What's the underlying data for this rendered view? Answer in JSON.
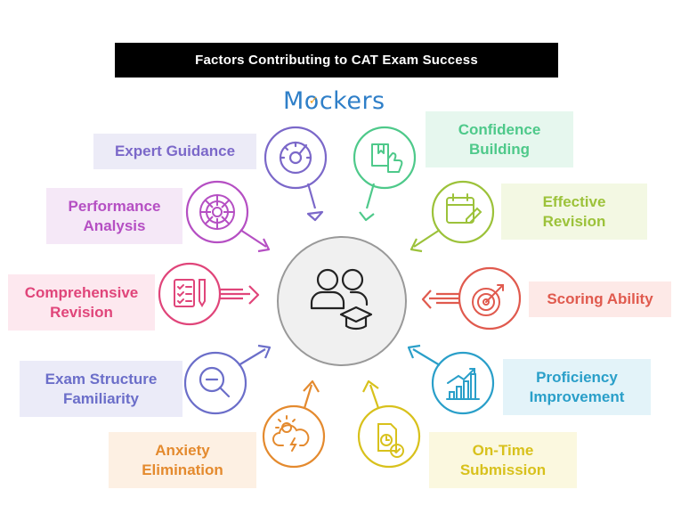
{
  "title": "Factors Contributing to CAT Exam Success",
  "brand": {
    "pre": "M",
    "post": "ckers"
  },
  "center": {
    "icon": "people-graduation-icon"
  },
  "factors": [
    {
      "id": "expert-guidance",
      "label": "Expert Guidance",
      "color": "#7b68c9",
      "bg": "#ecebf7",
      "icon": "speedometer-icon"
    },
    {
      "id": "performance-analysis",
      "label": "Performance\nAnalysis",
      "color": "#b54fc3",
      "bg": "#f5e8f7",
      "icon": "target-wheel-icon"
    },
    {
      "id": "comprehensive-revision",
      "label": "Comprehensive\nRevision",
      "color": "#e0457a",
      "bg": "#fde8ef",
      "icon": "checklist-pen-icon"
    },
    {
      "id": "exam-structure-familiarity",
      "label": "Exam Structure\nFamiliarity",
      "color": "#6b6ec9",
      "bg": "#ebebf8",
      "icon": "zoom-out-icon"
    },
    {
      "id": "anxiety-elimination",
      "label": "Anxiety\nElimination",
      "color": "#e48a2e",
      "bg": "#fdf0e3",
      "icon": "storm-cloud-icon"
    },
    {
      "id": "on-time-submission",
      "label": "On-Time\nSubmission",
      "color": "#d8c11c",
      "bg": "#fbf8df",
      "icon": "document-clock-icon"
    },
    {
      "id": "proficiency-improvement",
      "label": "Proficiency\nImprovement",
      "color": "#2a9fc9",
      "bg": "#e3f3f9",
      "icon": "growth-chart-icon"
    },
    {
      "id": "scoring-ability",
      "label": "Scoring Ability",
      "color": "#e05a4e",
      "bg": "#fde9e7",
      "icon": "bullseye-icon"
    },
    {
      "id": "effective-revision",
      "label": "Effective\nRevision",
      "color": "#9cc23a",
      "bg": "#f3f8e3",
      "icon": "calendar-pen-icon"
    },
    {
      "id": "confidence-building",
      "label": "Confidence\nBuilding",
      "color": "#4ec98a",
      "bg": "#e6f7ee",
      "icon": "thumbs-up-book-icon"
    }
  ]
}
